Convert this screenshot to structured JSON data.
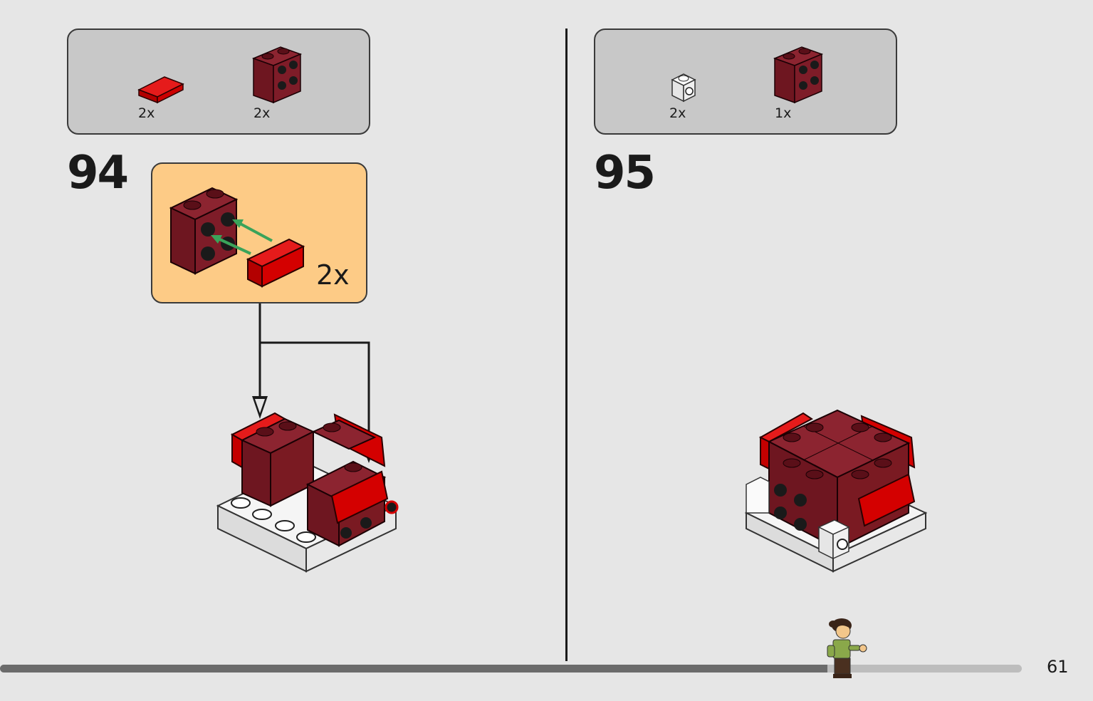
{
  "left_step": {
    "number": "94",
    "parts": [
      {
        "qty": "2x",
        "part": "red-tile-1x2-icon",
        "color": "#d40000"
      },
      {
        "qty": "2x",
        "part": "dark-red-brick-2x2-side-studs-icon",
        "color": "#7a1a22"
      }
    ],
    "callout": {
      "qty": "2x"
    }
  },
  "right_step": {
    "number": "95",
    "parts": [
      {
        "qty": "2x",
        "part": "white-bracket-1x1-icon",
        "color": "#f2f2f2"
      },
      {
        "qty": "1x",
        "part": "dark-red-brick-2x2-side-studs-icon",
        "color": "#7a1a22"
      }
    ]
  },
  "progress": {
    "fraction": 0.81
  },
  "page_number": "61",
  "colors": {
    "background": "#e6e6e6",
    "parts_box": "#c8c8c8",
    "callout": "#fdcb86",
    "dark_red": "#7a1a22",
    "bright_red": "#d40000",
    "arrow_green": "#3aa35a"
  }
}
